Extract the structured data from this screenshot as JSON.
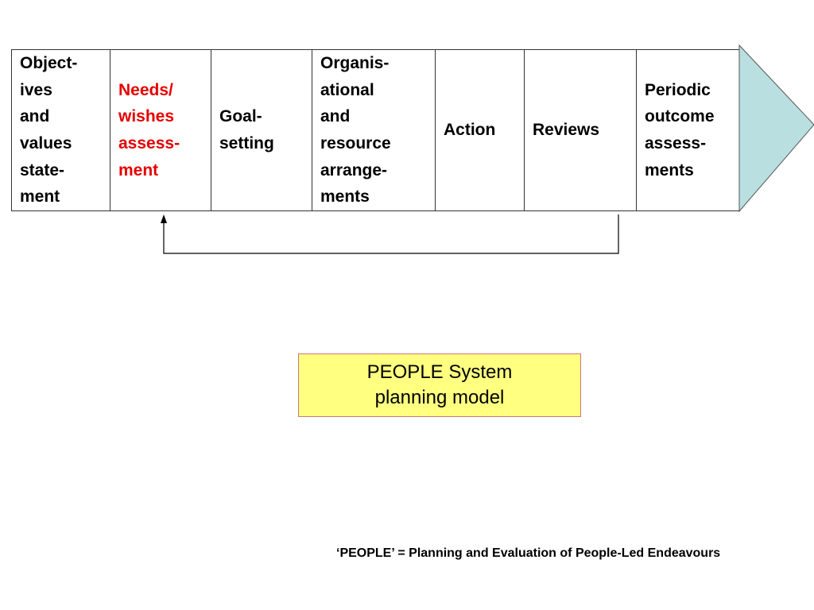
{
  "stages": [
    {
      "label": "Object-\nives\nand\nvalues\nstate-\nment",
      "highlight": false
    },
    {
      "label": "Needs/\nwishes\nassess-\nment",
      "highlight": true
    },
    {
      "label": "Goal-\nsetting",
      "highlight": false
    },
    {
      "label": "Organis-\national\nand\nresource\narrange-\nments",
      "highlight": false
    },
    {
      "label": "Action",
      "highlight": false
    },
    {
      "label": "Reviews",
      "highlight": false
    },
    {
      "label": "Periodic\noutcome\nassess-\nments",
      "highlight": false
    }
  ],
  "title_box": {
    "text": "PEOPLE System\n  planning model"
  },
  "footnote": "‘PEOPLE’ = Planning and Evaluation of People-Led Endeavours",
  "colors": {
    "highlight_text": "#e60000",
    "arrowhead_fill": "#b9dfe0",
    "title_box_fill": "#ffff80",
    "title_box_border": "#c9787a"
  }
}
